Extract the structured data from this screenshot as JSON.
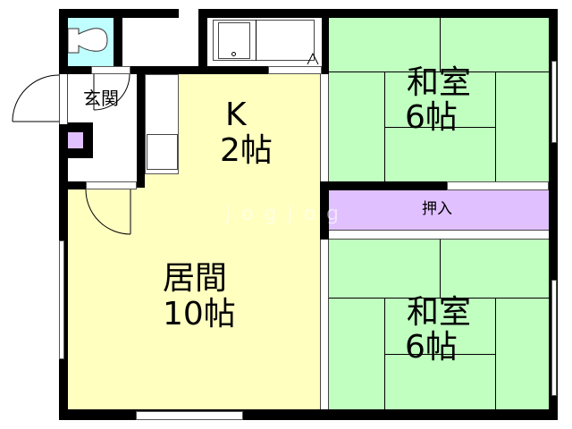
{
  "plan": {
    "colors": {
      "wall": "#000000",
      "tatami": "#c0ffc0",
      "living": "#ffffc0",
      "toilet": "#c0ffff",
      "closet": "#e0c0ff",
      "floor_white": "#ffffff"
    },
    "rooms": {
      "washitsu_top": {
        "name": "和室",
        "size": "6帖"
      },
      "washitsu_bottom": {
        "name": "和室",
        "size": "6帖"
      },
      "kitchen": {
        "name": "K",
        "size": "2帖"
      },
      "living": {
        "name": "居間",
        "size": "10帖"
      },
      "entrance": {
        "name": "玄関"
      },
      "closet": {
        "name": "押入"
      },
      "toilet": {
        "name": ""
      },
      "bath": {
        "name": ""
      }
    },
    "watermark": "jogjog"
  }
}
